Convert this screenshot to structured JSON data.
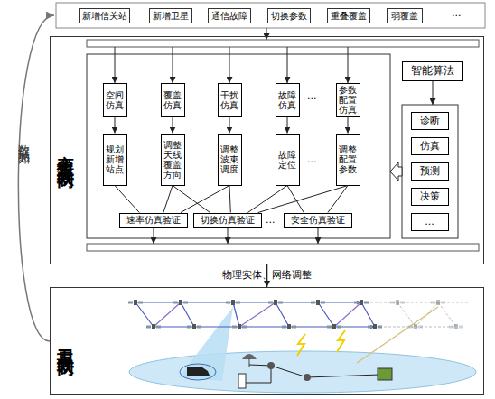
{
  "diagram": {
    "nodes": [
      {
        "text": [
          "新增信关站"
        ]
      },
      {
        "text": [
          "新增卫星"
        ]
      },
      {
        "text": [
          "通信故障"
        ]
      },
      {
        "text": [
          "切换参数"
        ]
      },
      {
        "text": [
          "重叠覆盖"
        ]
      },
      {
        "text": [
          "弱覆盖"
        ]
      },
      {
        "text": [
          "孪生卫星互联网"
        ]
      },
      {
        "text": [
          "空间仿真"
        ],
        "in": 6
      },
      {
        "text": [
          "规划新增站点"
        ],
        "in": 6
      },
      {
        "text": [
          "覆盖仿真"
        ],
        "in": 6
      },
      {
        "text": [
          "调整天线覆盖方向"
        ],
        "in": 6
      },
      {
        "text": [
          "干扰仿真"
        ],
        "in": 6
      },
      {
        "text": [
          "调整波束调度"
        ],
        "in": 6
      },
      {
        "text": [
          "故障仿真"
        ],
        "in": 6
      },
      {
        "text": [
          "故障定位"
        ],
        "in": 6
      },
      {
        "text": [
          "参数配置仿真"
        ],
        "in": 6
      },
      {
        "text": [
          "调整配置参数"
        ],
        "in": 6
      },
      {
        "text": [
          "速率仿真验证"
        ],
        "in": 6
      },
      {
        "text": [
          "切换仿真验证"
        ],
        "in": 6
      },
      {
        "text": [
          "安全仿真验证"
        ],
        "in": 6
      },
      {
        "text": [
          "智能算法"
        ],
        "in": 6
      },
      {
        "text": [
          "诊断"
        ],
        "in": 6
      },
      {
        "text": [
          "仿真"
        ],
        "in": 6
      },
      {
        "text": [
          "预测"
        ],
        "in": 6
      },
      {
        "text": [
          "决策"
        ],
        "in": 6
      },
      {
        "text": [
          "..."
        ],
        "in": 6
      },
      {
        "text": [
          "卫星互联网"
        ]
      }
    ],
    "edges": [
      {
        "from": 7,
        "to": 8,
        "arrow": "to"
      },
      {
        "from": 9,
        "to": 10,
        "arrow": "to"
      },
      {
        "from": 11,
        "to": 12,
        "arrow": "to"
      },
      {
        "from": 13,
        "to": 14,
        "arrow": "to"
      },
      {
        "from": 15,
        "to": 16,
        "arrow": "to"
      },
      {
        "from": 8,
        "to": 17,
        "arrow": "none"
      },
      {
        "from": 10,
        "to": 17,
        "arrow": "none"
      },
      {
        "from": 10,
        "to": 18,
        "arrow": "none"
      },
      {
        "from": 12,
        "to": 17,
        "arrow": "none"
      },
      {
        "from": 12,
        "to": 18,
        "arrow": "none"
      },
      {
        "from": 14,
        "to": 18,
        "arrow": "none"
      },
      {
        "from": 14,
        "to": 19,
        "arrow": "none"
      },
      {
        "from": 16,
        "to": 18,
        "arrow": "none"
      },
      {
        "from": 16,
        "to": 19,
        "arrow": "none"
      },
      {
        "from": 6,
        "to": 26,
        "label": "物理实体、网络调整",
        "arrow": "to"
      }
    ],
    "labels": [
      "...",
      "...",
      "...",
      "...",
      "数据感知"
    ]
  }
}
